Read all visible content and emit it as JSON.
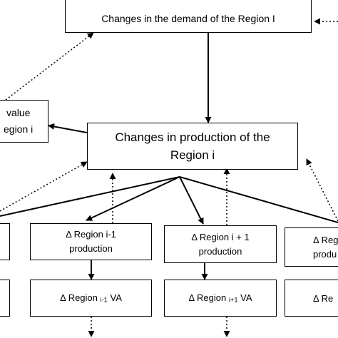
{
  "nodes": {
    "demand": {
      "text": "Changes in the demand of the Region I"
    },
    "production": {
      "line1": "Changes in production of the",
      "line2": "Region i"
    },
    "value_added": {
      "line1": "value",
      "line2": "egion i"
    },
    "prev_production": {
      "line1": "Δ Region i-1",
      "line2": "production"
    },
    "next_production": {
      "line1": "Δ Region i + 1",
      "line2": "production"
    },
    "far_right_production": {
      "line1": "Δ Reg",
      "line2": "produ"
    },
    "prev_va": {
      "prefix": "Δ Region ",
      "subscript": "i-1",
      "suffix": " VA"
    },
    "next_va": {
      "prefix": "Δ Region ",
      "subscript": "i+1",
      "suffix": " VA"
    },
    "far_right_va": {
      "text": "Δ Re"
    }
  }
}
